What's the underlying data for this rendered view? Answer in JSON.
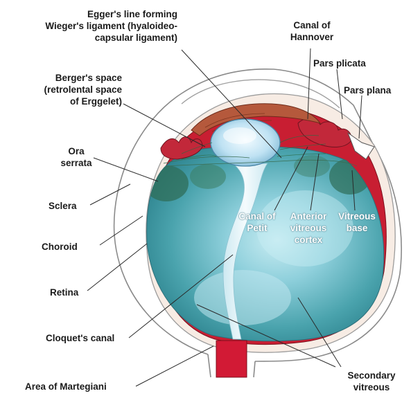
{
  "labels": {
    "eggers_line": [
      "Egger's line forming",
      "Wieger's ligament (hyaloideo-",
      "capsular ligament)"
    ],
    "canal_hannover": [
      "Canal of",
      "Hannover"
    ],
    "pars_plicata": "Pars plicata",
    "pars_plana": "Pars plana",
    "bergers_space": [
      "Berger's space",
      "(retrolental space",
      "of Erggelet)"
    ],
    "ora_serrata": [
      "Ora",
      "serrata"
    ],
    "sclera": "Sclera",
    "choroid": "Choroid",
    "retina": "Retina",
    "cloquets_canal": "Cloquet's canal",
    "area_martegiani": "Area of Martegiani",
    "canal_petit": [
      "Canal of",
      "Petit"
    ],
    "anterior_vitreous_cortex": [
      "Anterior",
      "vitreous",
      "cortex"
    ],
    "vitreous_base": [
      "Vitreous",
      "base"
    ],
    "secondary_vitreous": [
      "Secondary",
      "vitreous"
    ]
  },
  "colors": {
    "vitreous": "#4fa8b0",
    "retina_red": "#c81e32",
    "choroid": "#f3e6dc",
    "sclera_outline": "#8a8a8a",
    "lens": "#cfe8f6",
    "iris": "#b5593c",
    "label_text": "#1b1b1b"
  }
}
